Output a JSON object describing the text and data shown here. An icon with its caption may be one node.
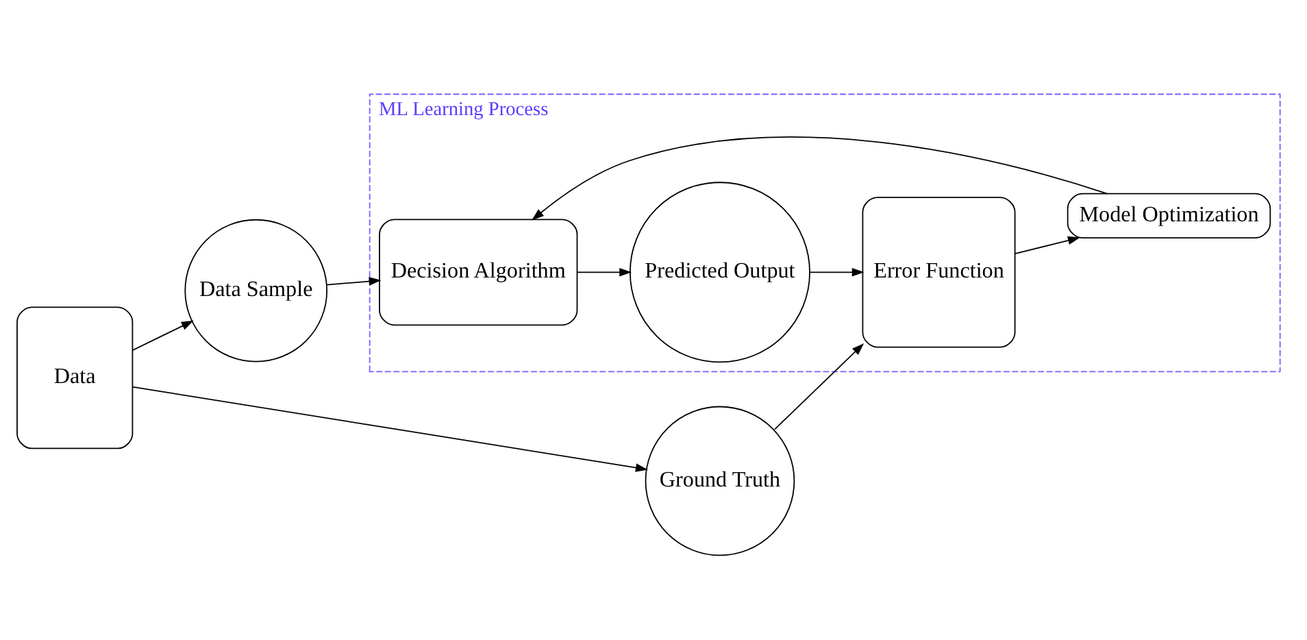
{
  "diagram": {
    "nodes": [
      {
        "text": [
          "Data"
        ]
      },
      {
        "text": [
          "Ground Truth"
        ]
      },
      {
        "text": [
          "Data Sample"
        ]
      },
      {
        "text": [
          "ML Learning Process"
        ]
      },
      {
        "text": [
          "Decision Algorithm"
        ],
        "in": 3
      },
      {
        "text": [
          "Predicted Output"
        ],
        "in": 3
      },
      {
        "text": [
          "Error Function"
        ],
        "in": 3
      },
      {
        "text": [
          "Model Optimization"
        ],
        "in": 3
      }
    ],
    "edges": [
      {
        "from": 0,
        "to": 1,
        "arrow": "to"
      },
      {
        "from": 0,
        "to": 2,
        "arrow": "to"
      },
      {
        "from": 1,
        "to": 6,
        "arrow": "to"
      },
      {
        "from": 2,
        "to": 4,
        "arrow": "to"
      },
      {
        "from": 4,
        "to": 5,
        "arrow": "to"
      },
      {
        "from": 5,
        "to": 6,
        "arrow": "to"
      },
      {
        "from": 6,
        "to": 7,
        "arrow": "to"
      },
      {
        "from": 7,
        "to": 4,
        "arrow": "to"
      }
    ]
  }
}
